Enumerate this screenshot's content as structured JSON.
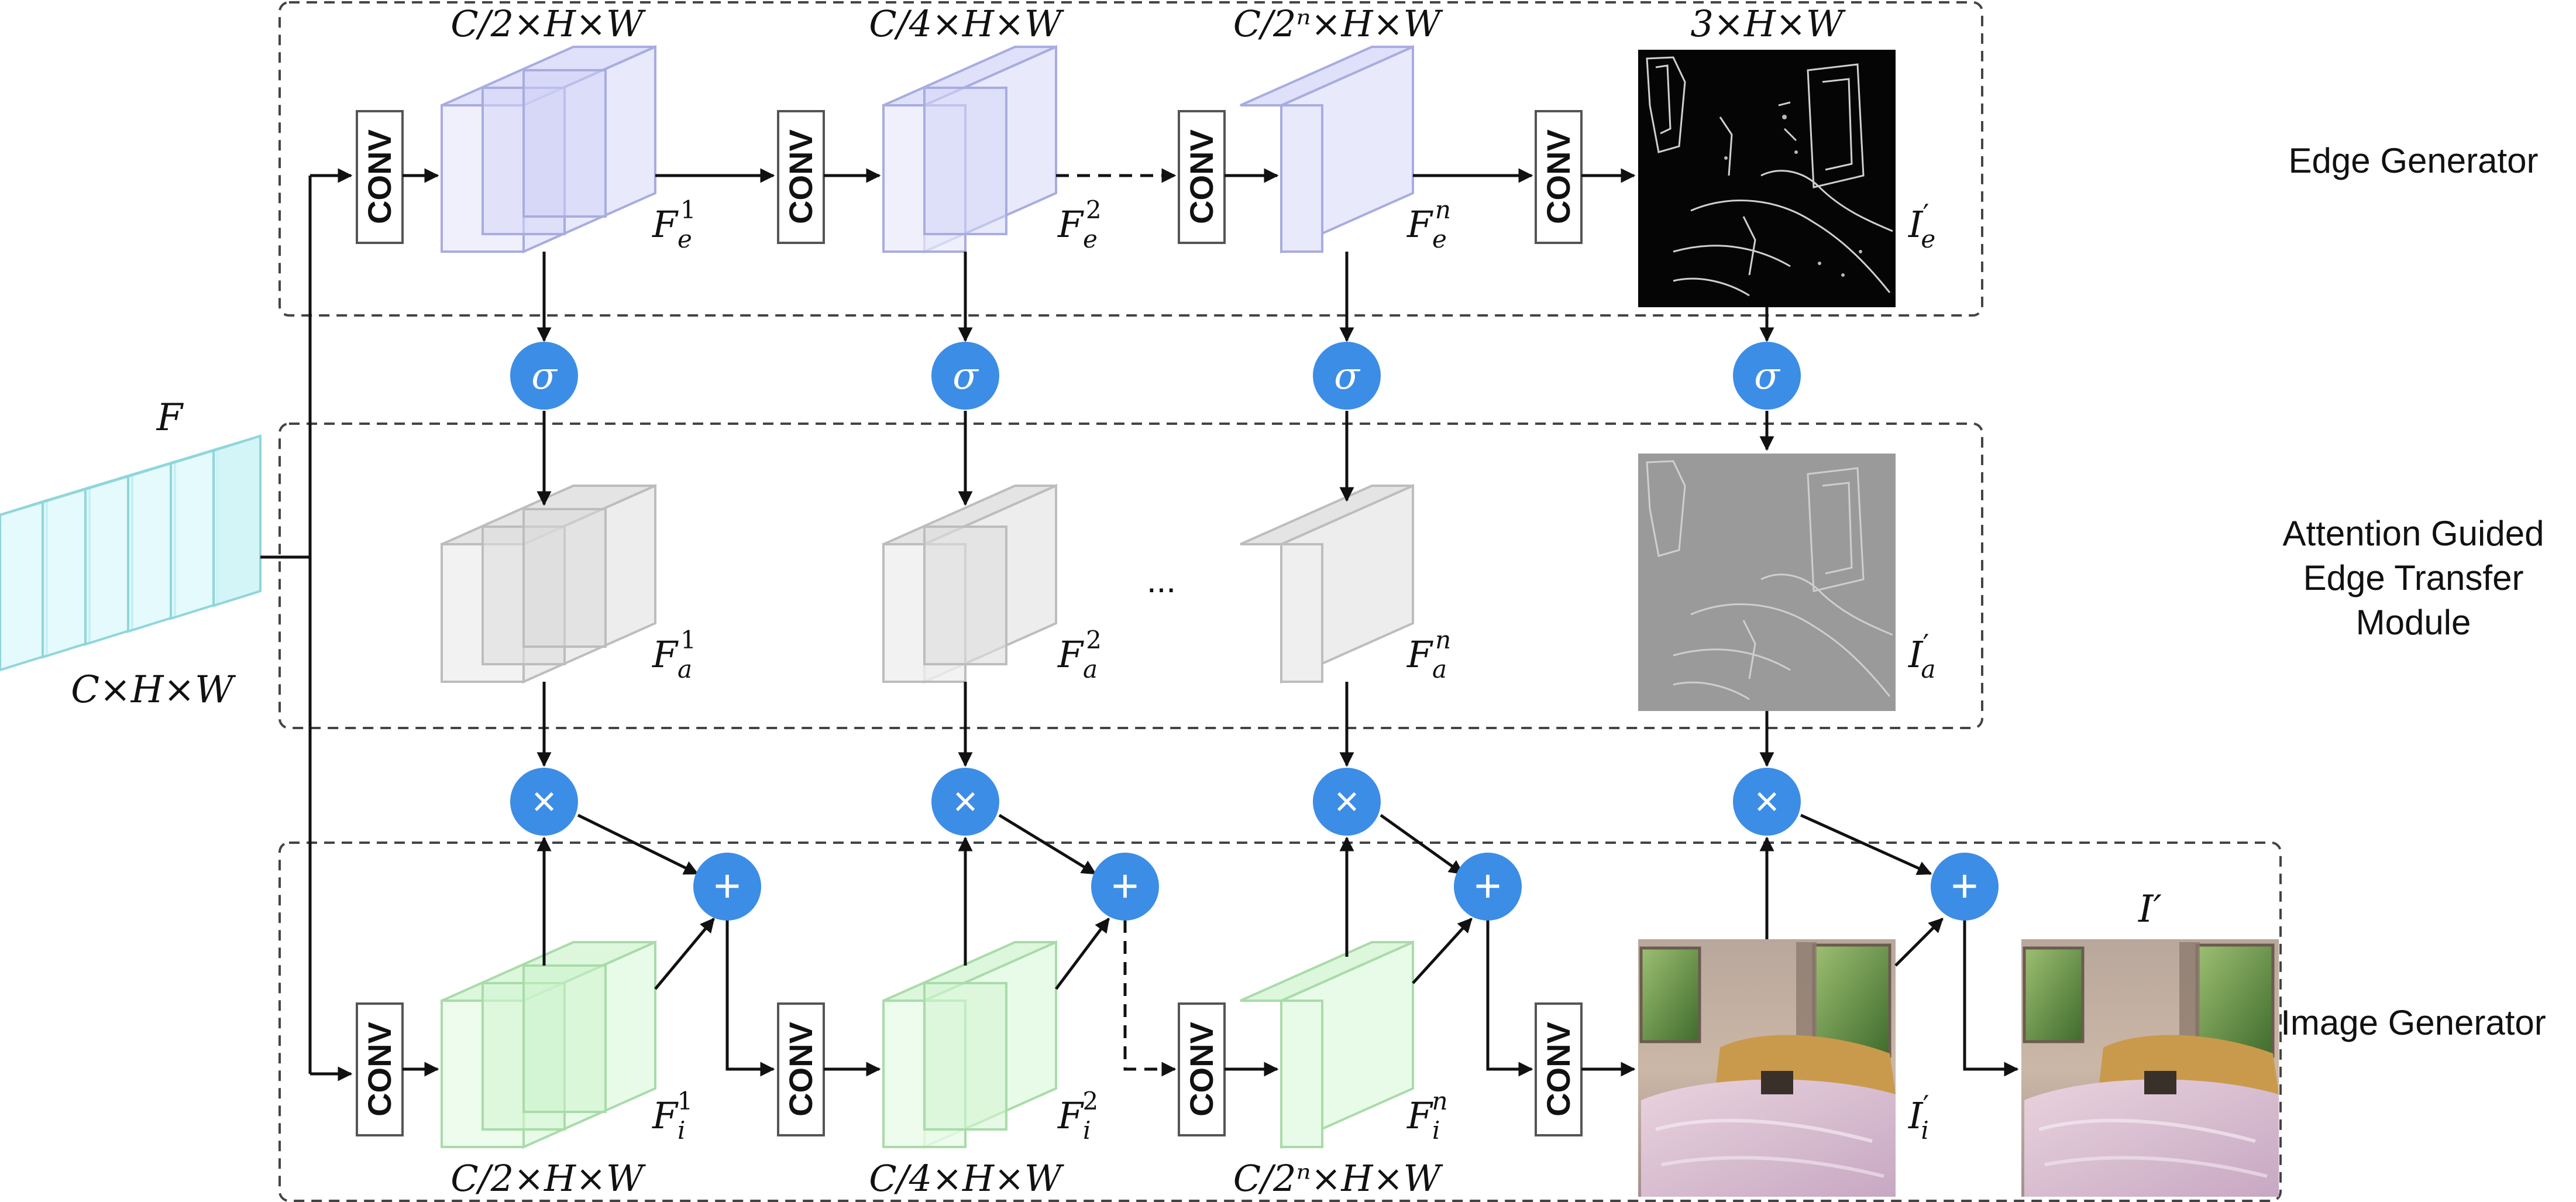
{
  "modules": {
    "edge": "Edge Generator",
    "attention": [
      "Attention Guided",
      "Edge Transfer",
      "Module"
    ],
    "image": "Image Generator"
  },
  "input": {
    "name": "F",
    "dims": "C×H×W"
  },
  "conv_label": "CONV",
  "edge_branch": {
    "dims": [
      "C/2×H×W",
      "C/4×H×W",
      "C/2ⁿ×H×W",
      "3×H×W"
    ],
    "features": [
      {
        "base": "F",
        "sub": "e",
        "sup": "1"
      },
      {
        "base": "F",
        "sub": "e",
        "sup": "2"
      },
      {
        "base": "F",
        "sub": "e",
        "sup": "n"
      }
    ],
    "output": {
      "base": "I",
      "sub": "e",
      "prime": "′"
    }
  },
  "attention_branch": {
    "features": [
      {
        "base": "F",
        "sub": "a",
        "sup": "1"
      },
      {
        "base": "F",
        "sub": "a",
        "sup": "2"
      },
      {
        "base": "F",
        "sub": "a",
        "sup": "n"
      }
    ],
    "ellipsis": "...",
    "output": {
      "base": "I",
      "sub": "a",
      "prime": "′"
    }
  },
  "image_branch": {
    "dims": [
      "C/2×H×W",
      "C/4×H×W",
      "C/2ⁿ×H×W"
    ],
    "features": [
      {
        "base": "F",
        "sub": "i",
        "sup": "1"
      },
      {
        "base": "F",
        "sub": "i",
        "sup": "2"
      },
      {
        "base": "F",
        "sub": "i",
        "sup": "n"
      }
    ],
    "output": {
      "base": "I",
      "sub": "i",
      "prime": "′"
    }
  },
  "final_output": "I′",
  "ops": {
    "sigmoid": "σ",
    "multiply": "×",
    "add": "+"
  },
  "colors": {
    "op_circle": "#3c8de6",
    "edge_block": "#e6e8fb",
    "attention_block": "#ececec",
    "image_block": "#e8fbe8",
    "input_block": "#dcf8fb"
  }
}
